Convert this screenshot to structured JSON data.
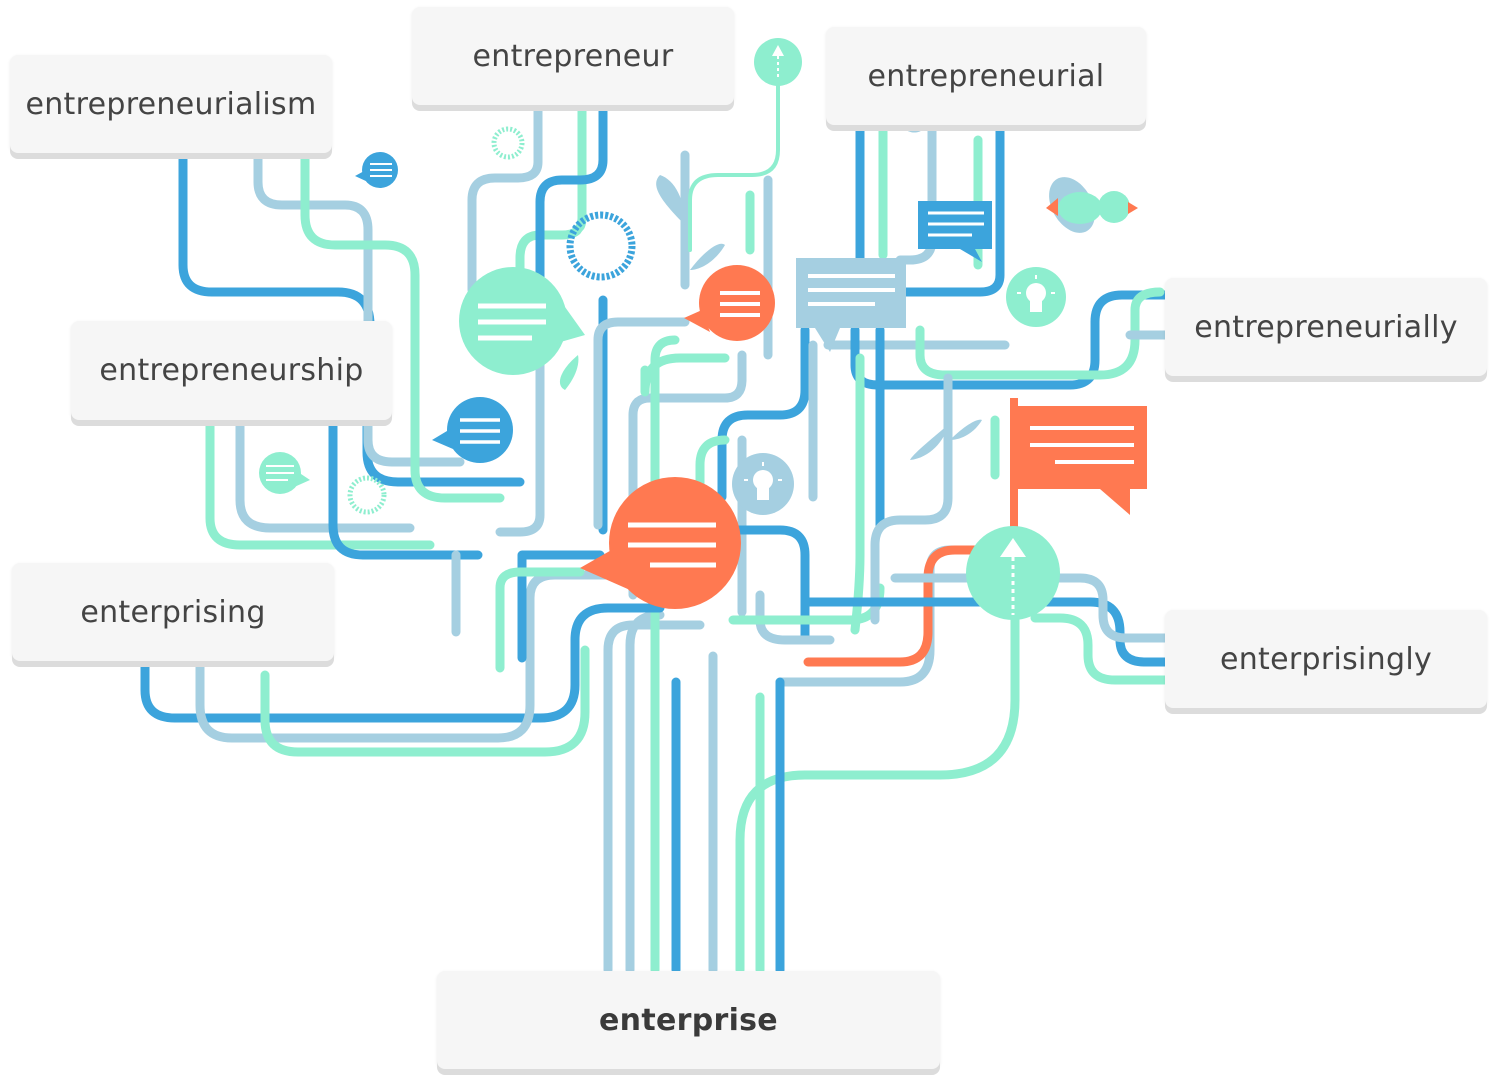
{
  "diagram": {
    "root_word": "enterprise",
    "related_words": [
      "entrepreneurialism",
      "entrepreneur",
      "entrepreneurial",
      "entrepreneurship",
      "entrepreneurially",
      "enterprising",
      "enterprisingly"
    ],
    "colors": {
      "line_blue": "#3ca4dc",
      "line_light_blue": "#a5cfe1",
      "line_mint": "#8eeecf",
      "accent_orange": "#ff7951",
      "box_fill": "#f6f6f6",
      "box_shadow": "#dcdcdc",
      "text": "#444444"
    },
    "icons": [
      "speech-bubble-icon",
      "lightbulb-icon",
      "gear-icon",
      "up-arrow-icon",
      "flag-icon",
      "bird-icon",
      "leaf-icon"
    ]
  }
}
